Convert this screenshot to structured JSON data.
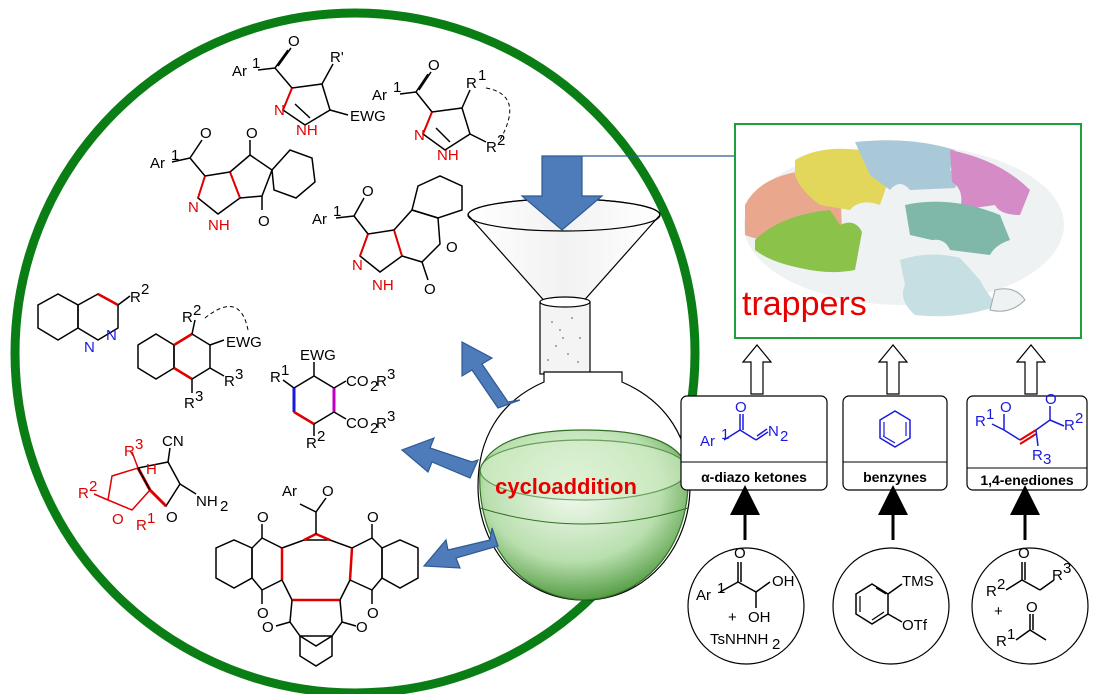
{
  "central": {
    "label": "cycloaddition"
  },
  "trappers_panel": {
    "label": "trappers"
  },
  "reagents": [
    {
      "name": "α-diazo ketones",
      "formula_main": "Ar",
      "formula_sup": "1",
      "diazo": "N",
      "diazo_sub": "2"
    },
    {
      "name": "benzynes"
    },
    {
      "name": "1,4-enediones",
      "r1": "R",
      "r1_sup": "1",
      "r2": "R",
      "r2_sup": "2",
      "r3": "R",
      "r3_sub": "3"
    }
  ],
  "precursors": [
    {
      "lines": [
        "Ar",
        "OH",
        "OH",
        "+",
        "TsNHNH",
        "2"
      ]
    },
    {
      "tms": "TMS",
      "otf": "OTf"
    },
    {
      "r2": "R",
      "r2_sup": "2",
      "r3": "R",
      "r3_sup": "3",
      "plus": "+",
      "r1": "R",
      "r1_sup": "1"
    }
  ],
  "products": {
    "labels": {
      "ar1": "Ar",
      "sup1": "1",
      "rprime": "R'",
      "ewg": "EWG",
      "n": "N",
      "nh": "NH",
      "h": "H",
      "o": "O",
      "r": "R",
      "sup2": "2",
      "sup3": "3",
      "cn": "CN",
      "nh2": "NH",
      "sub2": "2",
      "co2r3a": "CO",
      "co2r3b": "CO",
      "ar": "Ar"
    }
  },
  "colors": {
    "circle": "#0a7d14",
    "arrow_fill": "#4e7bb9",
    "arrow_stroke": "#2e5a92",
    "panel_border": "#1e9e3c",
    "trappers_text": "#e60000",
    "cyclo_text": "#e60000",
    "bond_red": "#e00000",
    "bond_blue": "#1a1adf"
  }
}
